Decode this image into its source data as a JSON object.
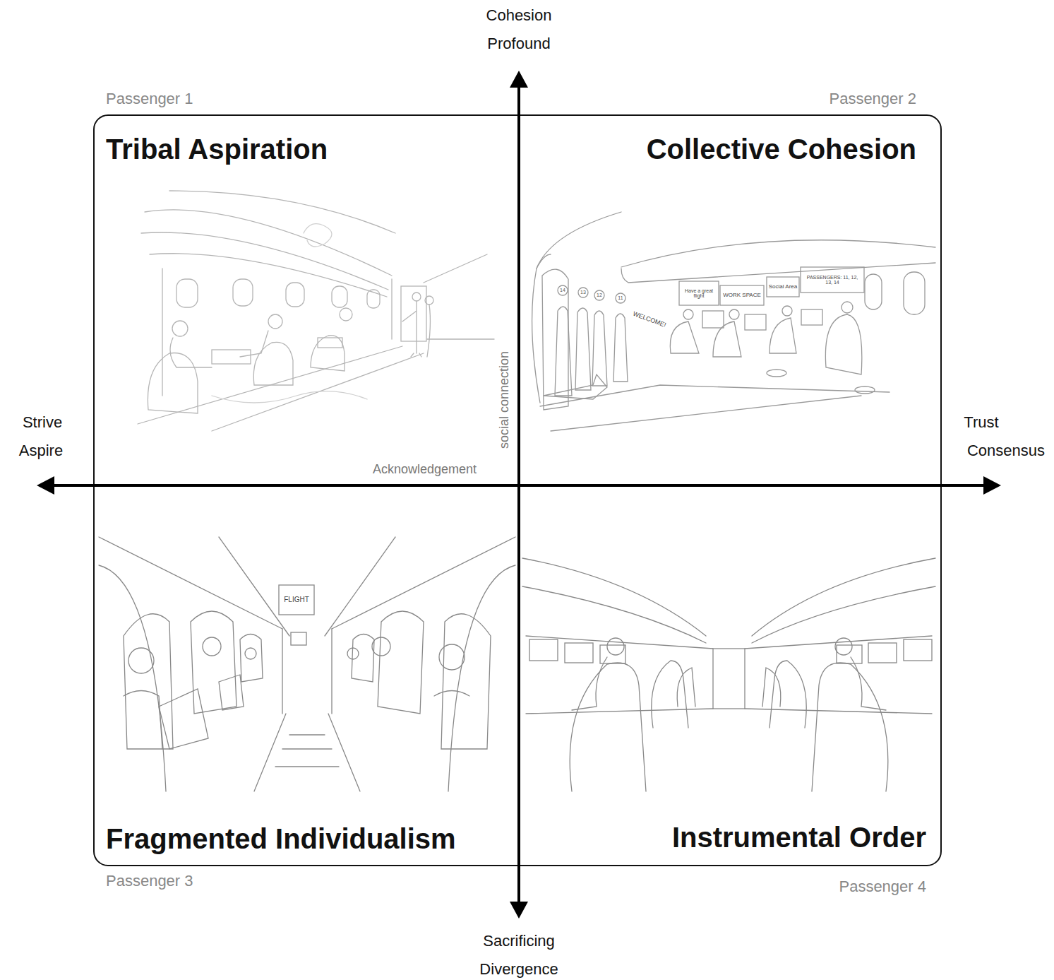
{
  "diagram": {
    "nodes": [
      {
        "text": [
          "Passenger 1",
          "Tribal Aspiration"
        ]
      },
      {
        "text": [
          "Passenger 2",
          "Collective Cohesion"
        ]
      },
      {
        "text": [
          "Fragmented Individualism",
          "Passenger 3"
        ]
      },
      {
        "text": [
          "Instrumental Order",
          "Passenger 4"
        ]
      }
    ],
    "labels": [
      "Cohesion",
      "Profound",
      "Strive",
      "Aspire",
      "social connection",
      "Acknowledgement",
      "Trust",
      "Consensus",
      "Sacrificing",
      "Divergence",
      "14",
      "13",
      "12",
      "11",
      "WELCOME!",
      "Have a great flight",
      "WORK SPACE",
      "Social Area",
      "PASSENGERS: 11, 12, 13, 14",
      "FLIGHT"
    ]
  }
}
